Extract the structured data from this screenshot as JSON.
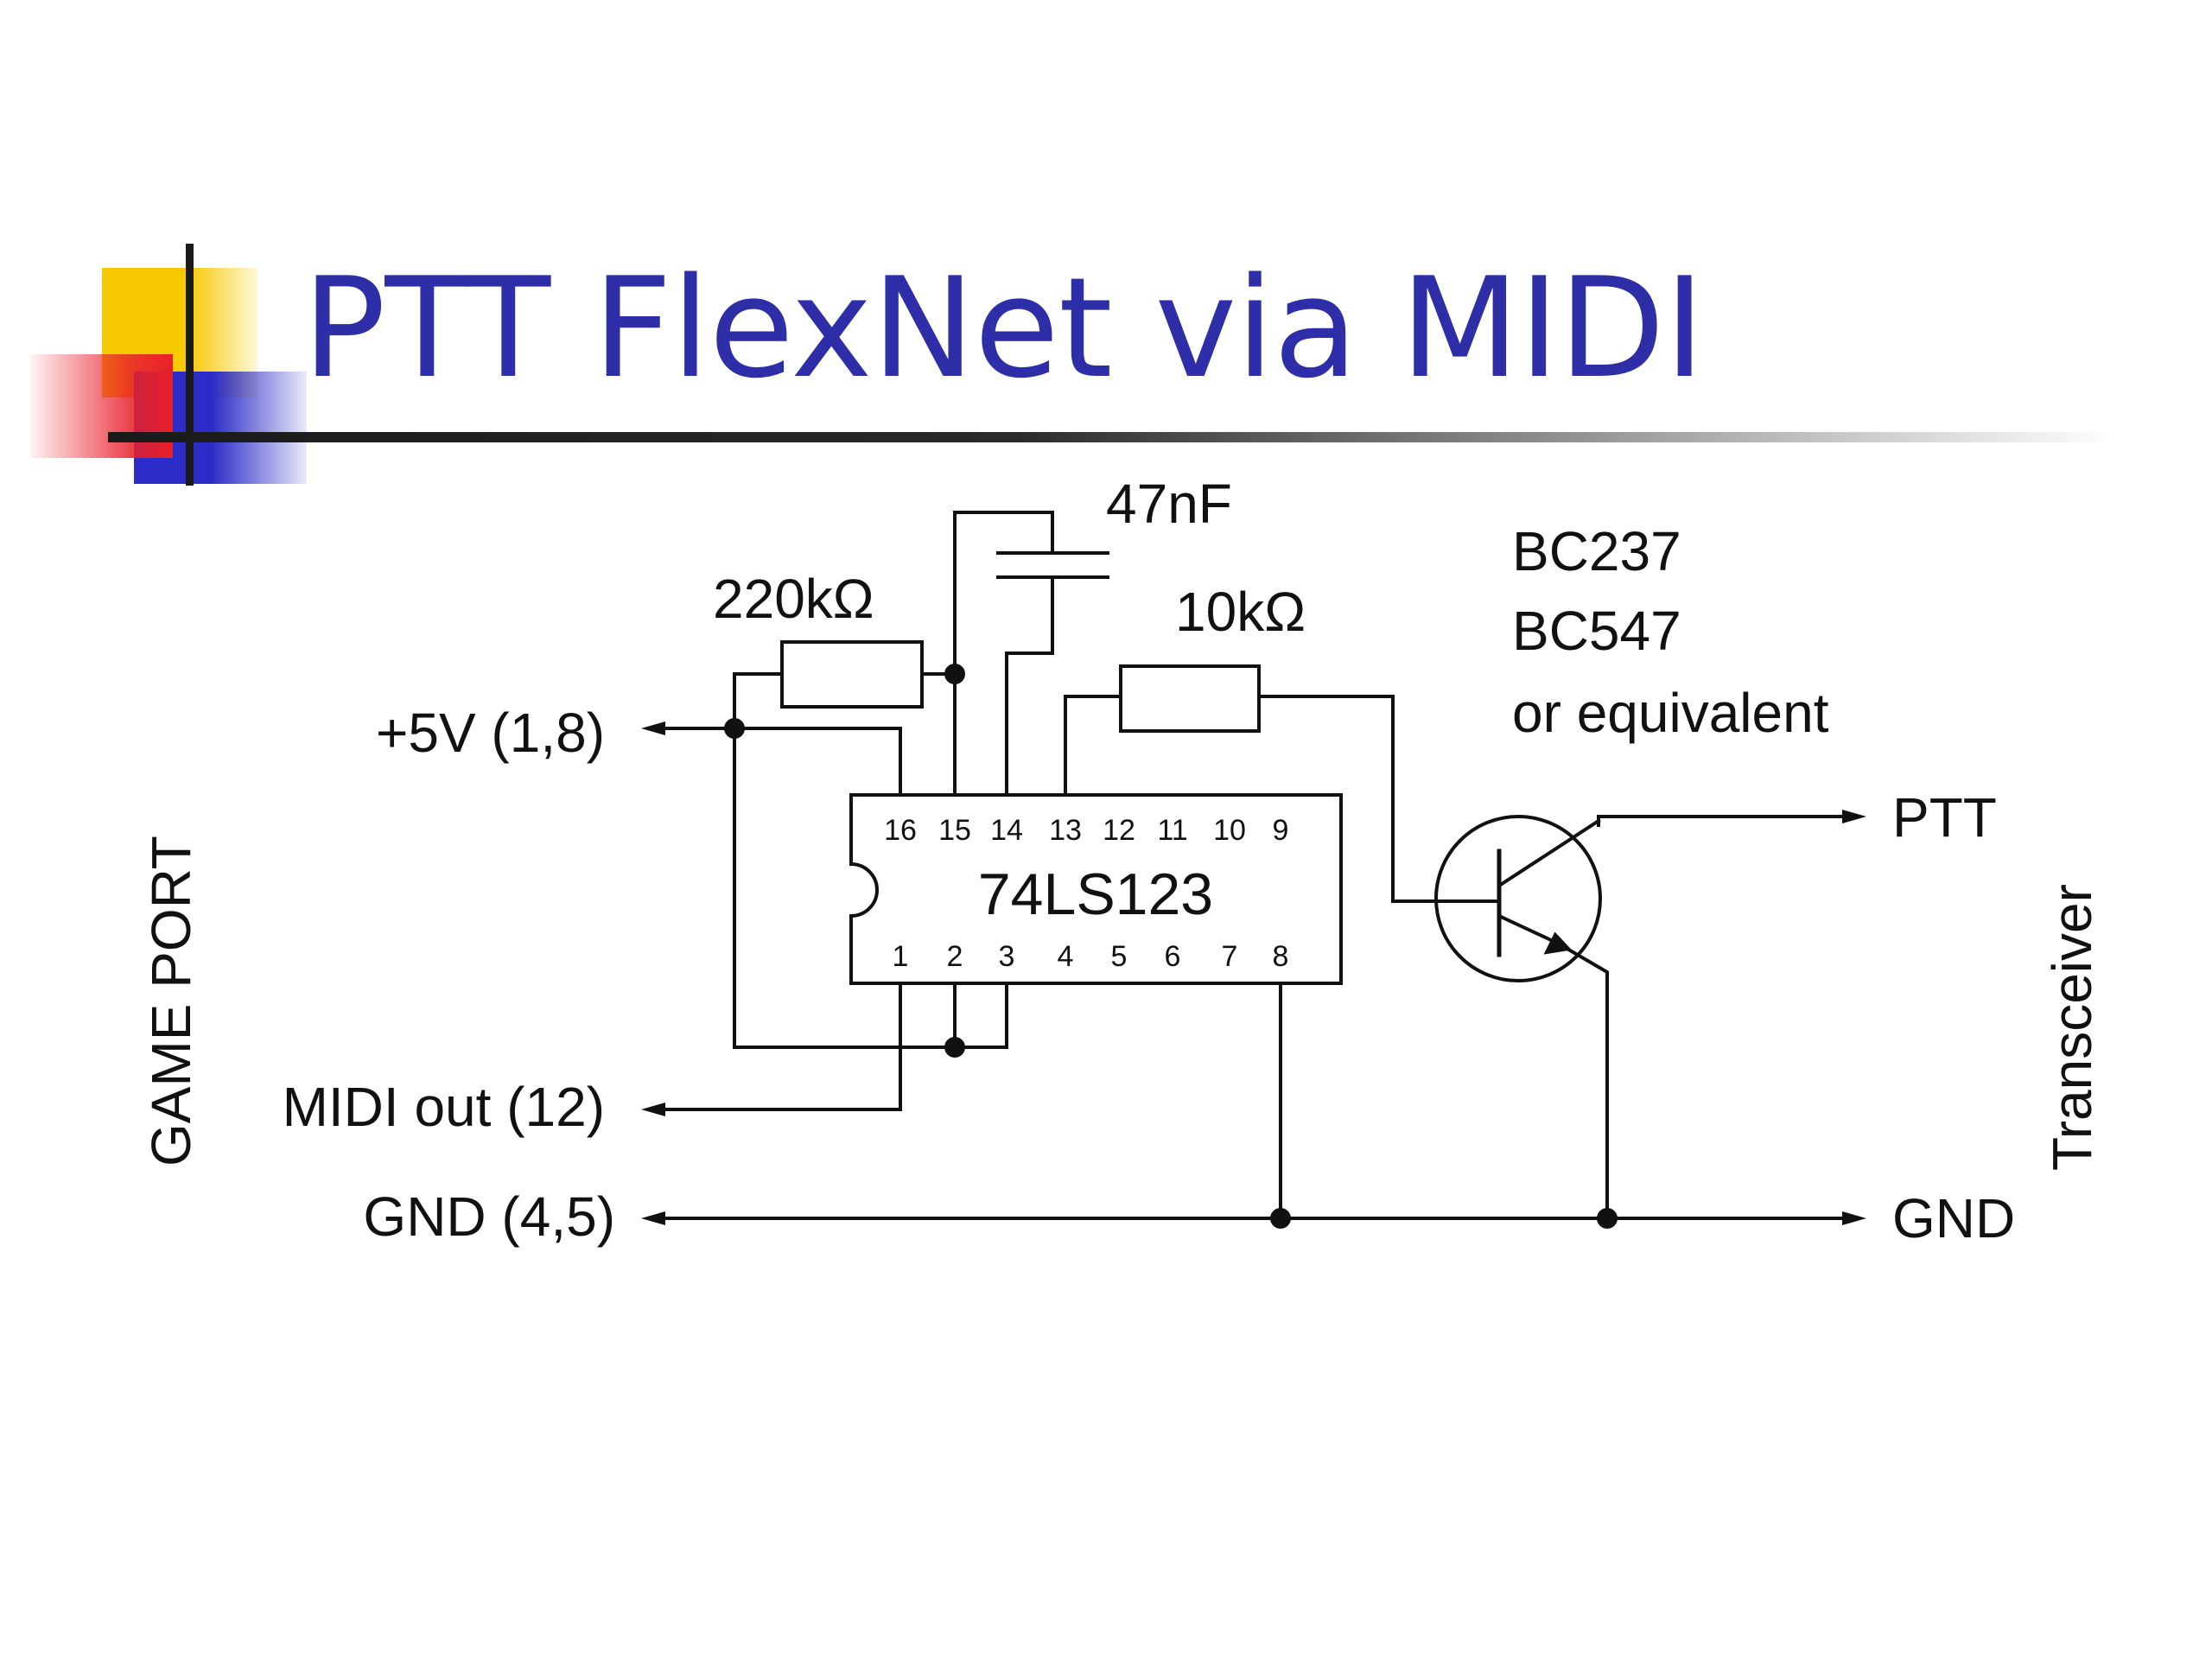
{
  "slide": {
    "title": "PTT FlexNet via MIDI"
  },
  "colors": {
    "title": "#2e2ea8",
    "deco_yellow": "#f7c900",
    "deco_red": "#e8202a",
    "deco_blue": "#2c2cc8",
    "wire": "#111111"
  },
  "diagram": {
    "game_port_label": "GAME PORT",
    "transceiver_label": "Transceiver",
    "pins_left": {
      "plus5v": "+5V (1,8)",
      "midi_out": "MIDI out (12)",
      "gnd": "GND (4,5)"
    },
    "pins_right": {
      "ptt": "PTT",
      "gnd": "GND"
    },
    "components": {
      "r1": "220kΩ",
      "r2": "10kΩ",
      "c1": "47nF",
      "ic": "74LS123",
      "transistor_line1": "BC237",
      "transistor_line2": "BC547",
      "transistor_line3": "or equivalent"
    },
    "ic_pins_top": [
      "16",
      "15",
      "14",
      "13",
      "12",
      "11",
      "10",
      "9"
    ],
    "ic_pins_bottom": [
      "1",
      "2",
      "3",
      "4",
      "5",
      "6",
      "7",
      "8"
    ]
  }
}
